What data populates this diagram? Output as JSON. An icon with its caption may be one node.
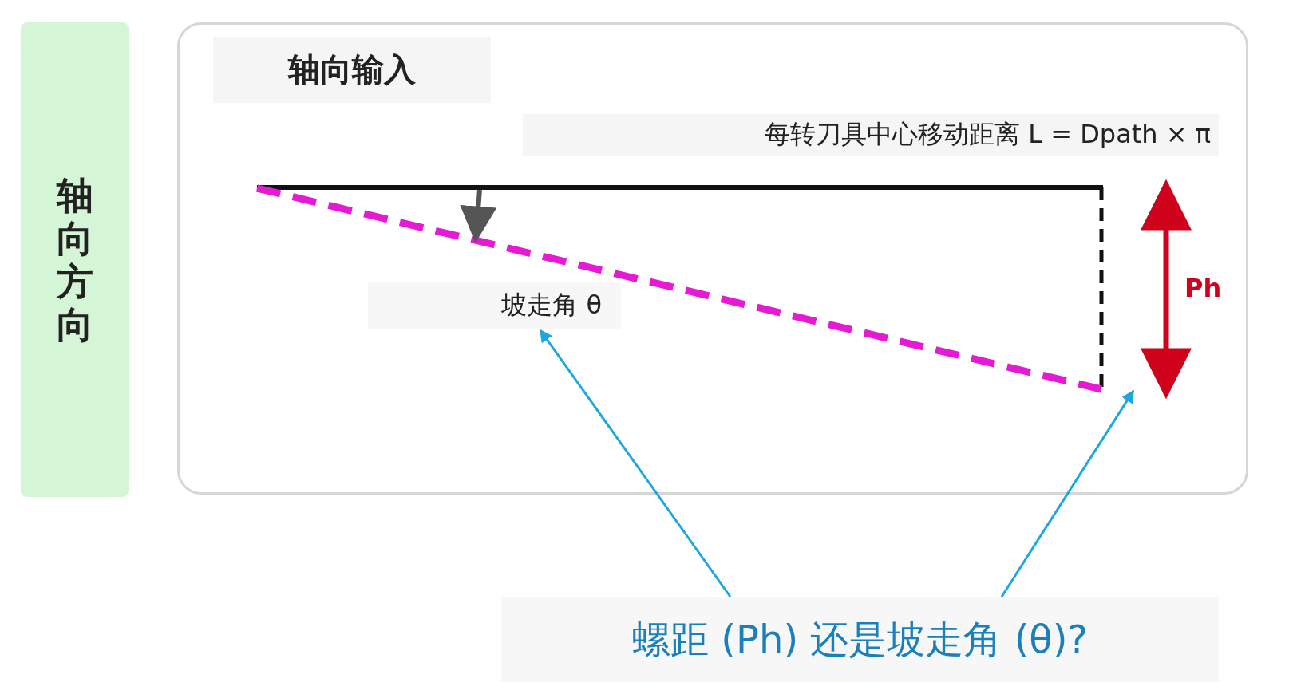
{
  "diagram": {
    "nodes": [
      {
        "text": [
          "轴向方向"
        ]
      },
      {
        "text": [
          "轴向输入"
        ]
      },
      {
        "text": [
          "坡走角 θ"
        ],
        "in": 1
      },
      {
        "text": [
          "螺距 (Ph) 还是坡走角 (θ)?"
        ]
      }
    ],
    "edges": [
      {
        "from": 3,
        "to": 2,
        "arrow": "to"
      },
      {
        "from": 3,
        "to": null,
        "arrow": "to"
      }
    ],
    "labels": [
      "每转刀具中心移动距离 L = Dpath × π",
      "Ph"
    ]
  }
}
